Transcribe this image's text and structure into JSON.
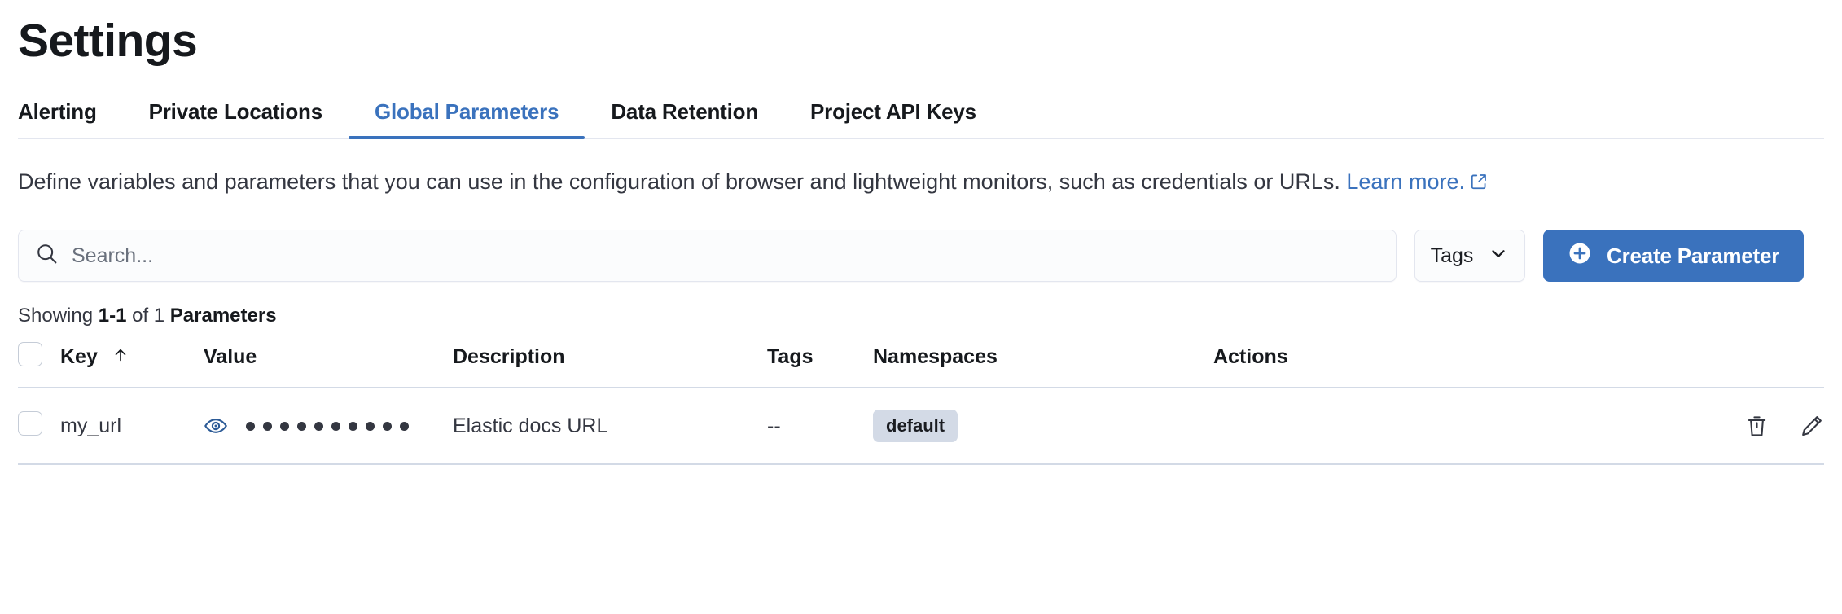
{
  "header": {
    "title": "Settings"
  },
  "tabs": [
    {
      "label": "Alerting",
      "active": false
    },
    {
      "label": "Private Locations",
      "active": false
    },
    {
      "label": "Global Parameters",
      "active": true
    },
    {
      "label": "Data Retention",
      "active": false
    },
    {
      "label": "Project API Keys",
      "active": false
    }
  ],
  "description": {
    "text": "Define variables and parameters that you can use in the configuration of browser and lightweight monitors, such as credentials or URLs.",
    "link_text": "Learn more.",
    "link_icon": "external-link-icon"
  },
  "controls": {
    "search": {
      "icon": "search-icon",
      "placeholder": "Search...",
      "value": ""
    },
    "tags_filter": {
      "label": "Tags",
      "icon": "chevron-down-icon"
    },
    "create_button": {
      "label": "Create Parameter",
      "icon": "plus-circle-icon"
    }
  },
  "results": {
    "prefix": "Showing ",
    "range": "1-1",
    "middle": " of 1 ",
    "unit": "Parameters"
  },
  "table": {
    "columns": [
      {
        "label": "Key",
        "sort": "asc",
        "sort_icon": "arrow-up-icon"
      },
      {
        "label": "Value"
      },
      {
        "label": "Description"
      },
      {
        "label": "Tags"
      },
      {
        "label": "Namespaces"
      },
      {
        "label": "Actions"
      }
    ],
    "rows": [
      {
        "key": "my_url",
        "value_masked_dots": 10,
        "value_toggle_icon": "eye-icon",
        "description": "Elastic docs URL",
        "tags": "--",
        "namespaces": [
          "default"
        ],
        "actions": [
          "trash-icon",
          "pencil-icon"
        ]
      }
    ]
  },
  "colors": {
    "accent_blue": "#3a72bd",
    "text_dark": "#16191d",
    "text_body": "#343741",
    "border": "#d3dae6",
    "badge_bg": "#d3dae6",
    "field_bg": "#fbfcfd"
  }
}
